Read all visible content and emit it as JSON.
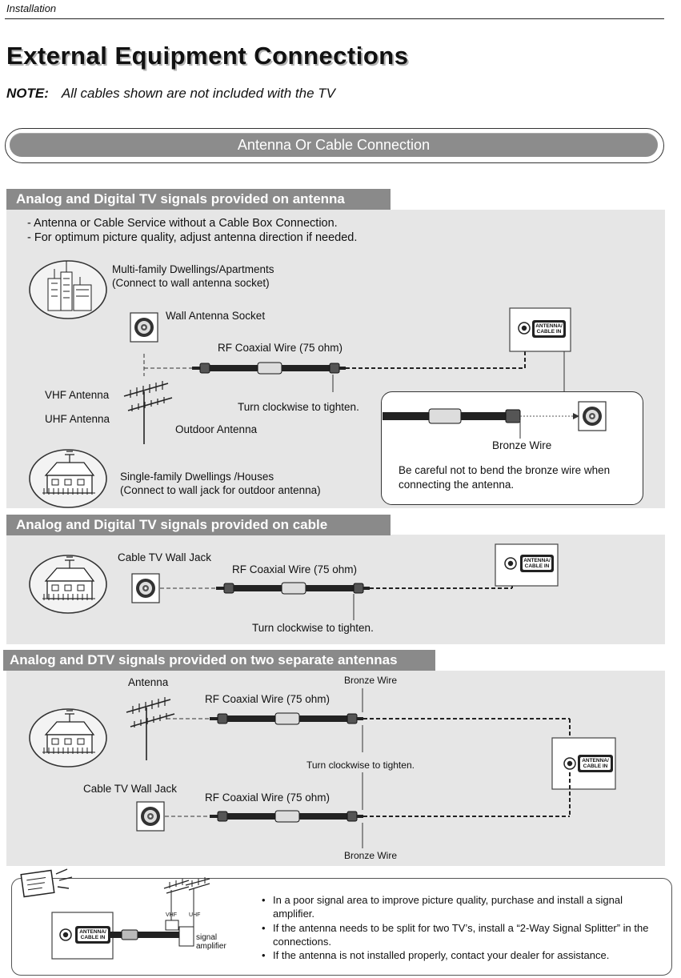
{
  "header": {
    "section": "Installation",
    "title": "External Equipment Connections",
    "note_label": "NOTE:",
    "note_text": "All cables shown are not included with the TV"
  },
  "banner": {
    "label": "Antenna Or Cable Connection"
  },
  "section1": {
    "heading": "Analog and Digital TV signals provided on antenna",
    "bullets": [
      "-  Antenna or Cable Service without a Cable Box Connection.",
      "-  For optimum picture quality, adjust antenna direction if needed."
    ],
    "multi_family": "Multi-family Dwellings/Apartments",
    "multi_family_note": "(Connect to wall antenna socket)",
    "wall_socket": "Wall Antenna Socket",
    "rf_wire": "RF Coaxial Wire (75 ohm)",
    "vhf": "VHF Antenna",
    "uhf": "UHF Antenna",
    "turn": "Turn clockwise to tighten.",
    "outdoor": "Outdoor Antenna",
    "single_family": "Single-family Dwellings /Houses",
    "single_family_note": "(Connect to wall jack for outdoor antenna)",
    "bronze": "Bronze Wire",
    "careful_1": "Be careful not to bend the bronze wire when",
    "careful_2": "connecting the antenna."
  },
  "section2": {
    "heading": "Analog and Digital TV signals provided on cable",
    "wall_jack": "Cable TV Wall Jack",
    "rf_wire": "RF Coaxial Wire (75 ohm)",
    "turn": "Turn clockwise to tighten."
  },
  "section3": {
    "heading": "Analog and DTV signals provided on two separate antennas",
    "antenna": "Antenna",
    "bronze_top": "Bronze Wire",
    "rf_wire_top": "RF Coaxial Wire (75 ohm)",
    "turn": "Turn clockwise to tighten.",
    "wall_jack": "Cable TV Wall Jack",
    "rf_wire_bottom": "RF Coaxial Wire (75 ohm)",
    "bronze_bottom": "Bronze Wire"
  },
  "tv_jack": {
    "line1": "ANTENNA/",
    "line2": "CABLE IN"
  },
  "tips": {
    "vhf": "VHF",
    "uhf": "UHF",
    "amp_1": "signal",
    "amp_2": "amplifier",
    "items": [
      "In a poor signal area to improve picture quality, purchase and install a signal amplifier.",
      "If the antenna needs to be split for two TV’s, install a “2-Way Signal Splitter” in the connections.",
      "If the antenna is not installed properly, contact your dealer for assistance."
    ]
  }
}
